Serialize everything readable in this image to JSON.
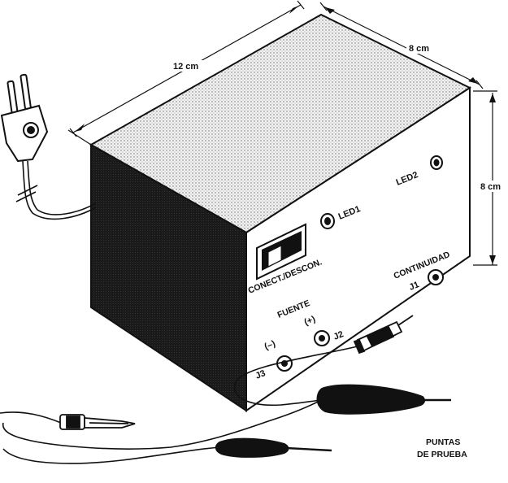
{
  "dimensions": {
    "length": "12 cm",
    "depth": "8 cm",
    "height": "8 cm"
  },
  "labels": {
    "switch": "CONECT./DESCON.",
    "led1": "LED1",
    "led2": "LED2",
    "continuity": "CONTINUIDAD",
    "j1": "J1",
    "source": "FUENTE",
    "plus": "(+)",
    "minus": "(–)",
    "j2": "J2",
    "j3": "J3",
    "probes_line1": "PUNTAS",
    "probes_line2": "DE PRUEBA"
  }
}
